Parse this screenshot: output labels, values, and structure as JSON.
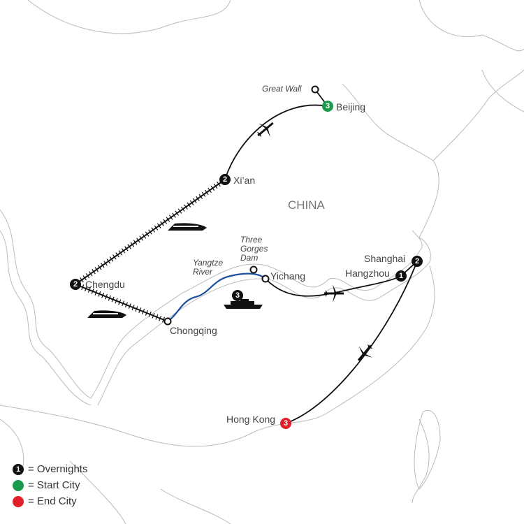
{
  "country_label": "CHINA",
  "cities": {
    "great_wall": "Great Wall",
    "beijing": {
      "name": "Beijing",
      "nights": "3"
    },
    "xian": {
      "name": "Xi’an",
      "nights": "2"
    },
    "chengdu": {
      "name": "Chengdu",
      "nights": "2"
    },
    "chongqing": "Chongqing",
    "yangtze": [
      "Yangtze",
      "River"
    ],
    "three_gorges": [
      "Three",
      "Gorges",
      "Dam"
    ],
    "yichang": "Yichang",
    "cruise_nights": "3",
    "shanghai": {
      "name": "Shanghai",
      "nights": "2"
    },
    "hangzhou": {
      "name": "Hangzhou",
      "nights": "1"
    },
    "hong_kong": {
      "name": "Hong Kong",
      "nights": "3"
    }
  },
  "legend": {
    "overnights": {
      "icon": "1",
      "label": "= Overnights"
    },
    "start": {
      "label": "= Start City",
      "color": "#1a9b4b"
    },
    "end": {
      "label": "= End City",
      "color": "#e0202a"
    }
  },
  "colors": {
    "route": "#111111",
    "river": "#1f4fa0",
    "border": "#b8b8b8"
  }
}
